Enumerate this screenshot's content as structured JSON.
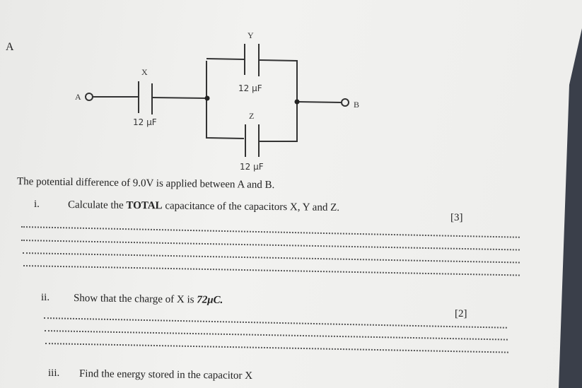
{
  "page_label": "A",
  "circuit": {
    "terminal_a": "A",
    "terminal_b": "B",
    "capacitors": [
      {
        "name": "X",
        "value": "12 μF"
      },
      {
        "name": "Y",
        "value": "12 μF"
      },
      {
        "name": "Z",
        "value": "12 μF"
      }
    ]
  },
  "intro": "The potential difference of 9.0V is applied between A and B.",
  "questions": [
    {
      "num": "i.",
      "text_before": "Calculate the ",
      "bold": "TOTAL",
      "text_after": " capacitance of the capacitors X, Y and Z.",
      "marks": "[3]"
    },
    {
      "num": "ii.",
      "text_before": "Show that the charge of X is ",
      "bold": "72μC.",
      "text_after": "",
      "marks": "[2]"
    },
    {
      "num": "iii.",
      "text_before": "Find the energy stored  in the capacitor X",
      "bold": "",
      "text_after": ""
    }
  ]
}
